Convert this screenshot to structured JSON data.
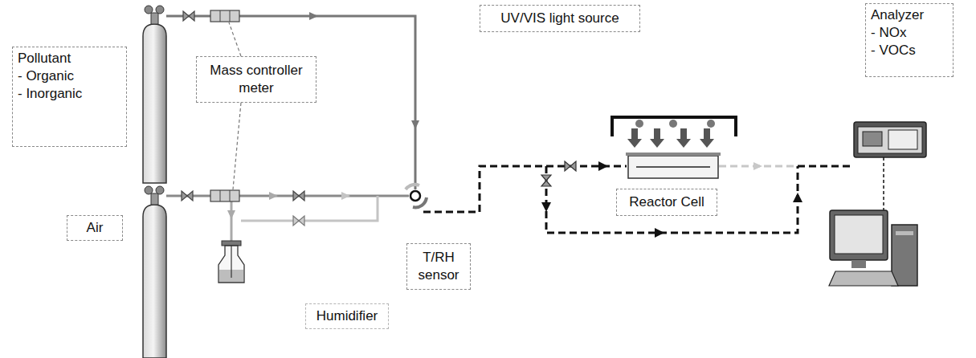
{
  "diagram": {
    "nodes": [
      {
        "text": [
          "Pollutant",
          "- Organic",
          "- Inorganic"
        ]
      },
      {
        "text": [
          "Mass controller meter"
        ]
      },
      {
        "text": [
          "Air"
        ]
      },
      {
        "text": [
          "Humidifier"
        ]
      },
      {
        "text": [
          "T/RH sensor"
        ]
      },
      {
        "text": [
          "UV/VIS light source"
        ]
      },
      {
        "text": [
          "Reactor Cell"
        ]
      },
      {
        "text": [
          "Analyzer",
          "- NOx",
          "- VOCs"
        ]
      }
    ]
  }
}
